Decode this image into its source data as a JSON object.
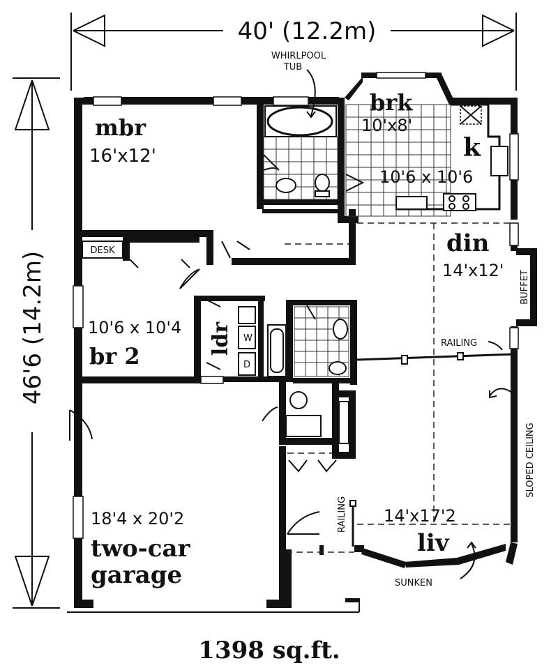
{
  "overall": {
    "width_label": "40' (12.2m)",
    "depth_label": "46'6 (14.2m)"
  },
  "rooms": {
    "mbr": {
      "name": "mbr",
      "size": "16'x12'"
    },
    "brk": {
      "name": "brk",
      "size": "10'x8'"
    },
    "k": {
      "name": "k",
      "size": "10'6 x 10'6"
    },
    "din": {
      "name": "din",
      "size": "14'x12'"
    },
    "br2": {
      "name": "br 2",
      "size": "10'6 x 10'4"
    },
    "ldr": {
      "name": "ldr"
    },
    "garage": {
      "name_line1": "two-car",
      "name_line2": "garage",
      "size": "18'4 x 20'2"
    },
    "liv": {
      "name": "liv",
      "size": "14'x17'2"
    }
  },
  "notes": {
    "whirlpool_line1": "WHIRLPOOL",
    "whirlpool_line2": "TUB",
    "desk": "DESK",
    "buffet": "BUFFET",
    "railing_top": "RAILING",
    "railing_left": "RAILING",
    "sloped_ceiling": "SLOPED CEILING",
    "sunken": "SUNKEN",
    "washer": "W",
    "dryer": "D"
  },
  "footer": {
    "area": "1398 sq.ft."
  }
}
